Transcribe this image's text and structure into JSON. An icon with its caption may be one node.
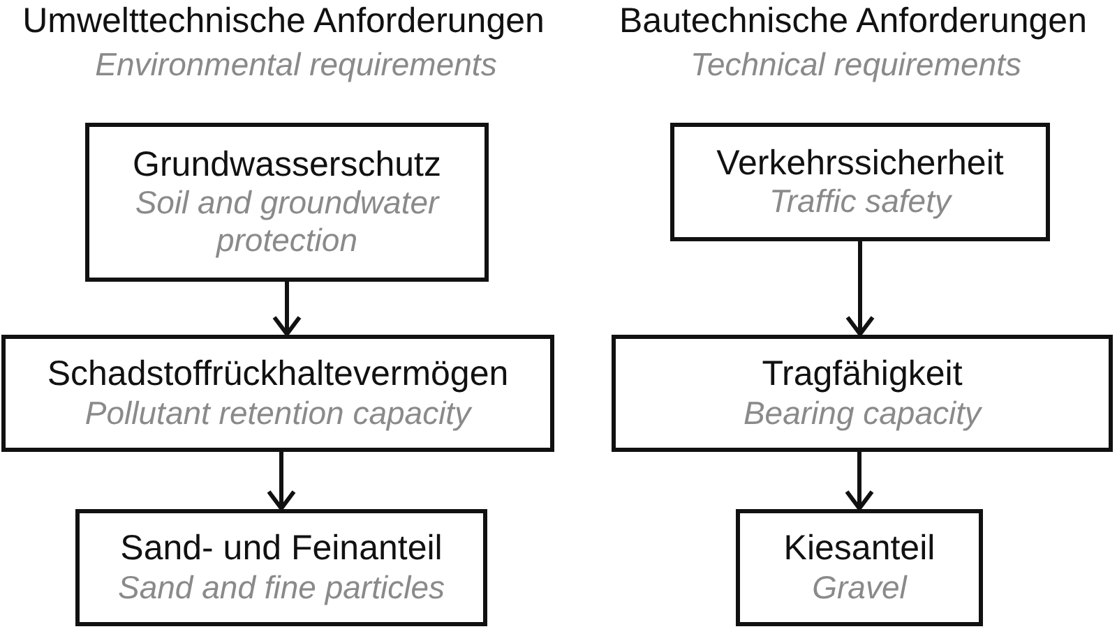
{
  "diagram": {
    "nodes": [
      {
        "text": [
          "Grundwasserschutz",
          "Soil and groundwater protection"
        ]
      },
      {
        "text": [
          "Schadstoffrückhaltevermögen",
          "Pollutant retention capacity"
        ]
      },
      {
        "text": [
          "Sand- und Feinanteil",
          "Sand and fine particles"
        ]
      },
      {
        "text": [
          "Verkehrssicherheit",
          "Traffic safety"
        ]
      },
      {
        "text": [
          "Tragfähigkeit",
          "Bearing capacity"
        ]
      },
      {
        "text": [
          "Kiesanteil",
          "Gravel"
        ]
      }
    ],
    "edges": [
      {
        "from": 0,
        "to": 1,
        "arrow": "to"
      },
      {
        "from": 1,
        "to": 2,
        "arrow": "to"
      },
      {
        "from": 3,
        "to": 4,
        "arrow": "to"
      },
      {
        "from": 4,
        "to": 5,
        "arrow": "to"
      }
    ],
    "labels": [
      "Umwelttechnische Anforderungen",
      "Bautechnische Anforderungen",
      "Environmental requirements",
      "Technical requirements"
    ]
  }
}
